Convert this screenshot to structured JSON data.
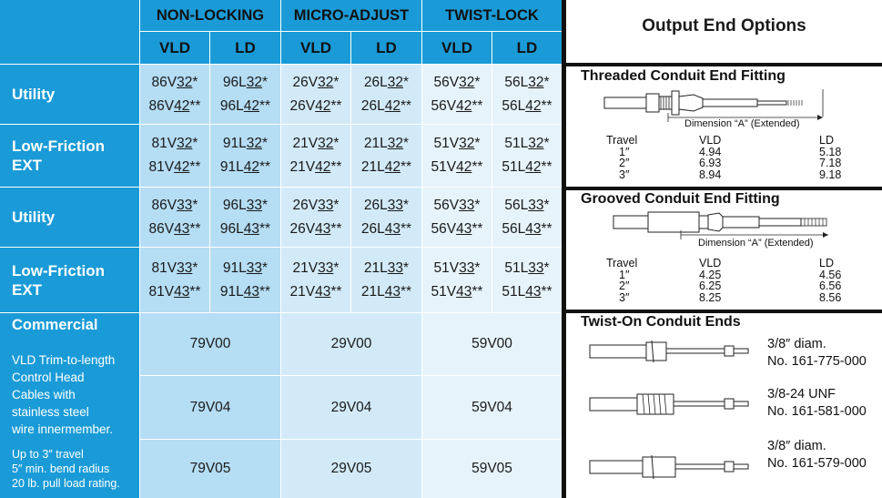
{
  "columns": {
    "groups": [
      "NON-LOCKING",
      "MICRO-ADJUST",
      "TWIST-LOCK"
    ],
    "subheaders": [
      "VLD",
      "LD",
      "VLD",
      "LD",
      "VLD",
      "LD"
    ]
  },
  "rows": [
    {
      "label_lines": [
        "Utility"
      ],
      "cells": [
        {
          "top": {
            "a": "86V",
            "b": "32",
            "c": "*"
          },
          "bottom": {
            "a": "86V",
            "b": "42",
            "c": "**"
          }
        },
        {
          "top": {
            "a": "96L",
            "b": "32",
            "c": "*"
          },
          "bottom": {
            "a": "96L",
            "b": "42",
            "c": "**"
          }
        },
        {
          "top": {
            "a": "26V",
            "b": "32",
            "c": "*"
          },
          "bottom": {
            "a": "26V",
            "b": "42",
            "c": "**"
          }
        },
        {
          "top": {
            "a": "26L",
            "b": "32",
            "c": "*"
          },
          "bottom": {
            "a": "26L",
            "b": "42",
            "c": "**"
          }
        },
        {
          "top": {
            "a": "56V",
            "b": "32",
            "c": "*"
          },
          "bottom": {
            "a": "56V",
            "b": "42",
            "c": "**"
          }
        },
        {
          "top": {
            "a": "56L",
            "b": "32",
            "c": "*"
          },
          "bottom": {
            "a": "56L",
            "b": "42",
            "c": "**"
          }
        }
      ]
    },
    {
      "label_lines": [
        "Low-Friction",
        "EXT"
      ],
      "cells": [
        {
          "top": {
            "a": "81V",
            "b": "32",
            "c": "*"
          },
          "bottom": {
            "a": "81V",
            "b": "42",
            "c": "**"
          }
        },
        {
          "top": {
            "a": "91L",
            "b": "32",
            "c": "*"
          },
          "bottom": {
            "a": "91L",
            "b": "42",
            "c": "**"
          }
        },
        {
          "top": {
            "a": "21V",
            "b": "32",
            "c": "*"
          },
          "bottom": {
            "a": "21V",
            "b": "42",
            "c": "**"
          }
        },
        {
          "top": {
            "a": "21L",
            "b": "32",
            "c": "*"
          },
          "bottom": {
            "a": "21L",
            "b": "42",
            "c": "**"
          }
        },
        {
          "top": {
            "a": "51V",
            "b": "32",
            "c": "*"
          },
          "bottom": {
            "a": "51V",
            "b": "42",
            "c": "**"
          }
        },
        {
          "top": {
            "a": "51L",
            "b": "32",
            "c": "*"
          },
          "bottom": {
            "a": "51L",
            "b": "42",
            "c": "**"
          }
        }
      ]
    },
    {
      "label_lines": [
        "Utility"
      ],
      "cells": [
        {
          "top": {
            "a": "86V",
            "b": "33",
            "c": "*"
          },
          "bottom": {
            "a": "86V",
            "b": "43",
            "c": "**"
          }
        },
        {
          "top": {
            "a": "96L",
            "b": "33",
            "c": "*"
          },
          "bottom": {
            "a": "96L",
            "b": "43",
            "c": "**"
          }
        },
        {
          "top": {
            "a": "26V",
            "b": "33",
            "c": "*"
          },
          "bottom": {
            "a": "26V",
            "b": "43",
            "c": "**"
          }
        },
        {
          "top": {
            "a": "26L",
            "b": "33",
            "c": "*"
          },
          "bottom": {
            "a": "26L",
            "b": "43",
            "c": "**"
          }
        },
        {
          "top": {
            "a": "56V",
            "b": "33",
            "c": "*"
          },
          "bottom": {
            "a": "56V",
            "b": "43",
            "c": "**"
          }
        },
        {
          "top": {
            "a": "56L",
            "b": "33",
            "c": "*"
          },
          "bottom": {
            "a": "56L",
            "b": "43",
            "c": "**"
          }
        }
      ]
    },
    {
      "label_lines": [
        "Low-Friction",
        "EXT"
      ],
      "cells": [
        {
          "top": {
            "a": "81V",
            "b": "33",
            "c": "*"
          },
          "bottom": {
            "a": "81V",
            "b": "43",
            "c": "**"
          }
        },
        {
          "top": {
            "a": "91L",
            "b": "33",
            "c": "*"
          },
          "bottom": {
            "a": "91L",
            "b": "43",
            "c": "**"
          }
        },
        {
          "top": {
            "a": "21V",
            "b": "33",
            "c": "*"
          },
          "bottom": {
            "a": "21V",
            "b": "43",
            "c": "**"
          }
        },
        {
          "top": {
            "a": "21L",
            "b": "33",
            "c": "*"
          },
          "bottom": {
            "a": "21L",
            "b": "43",
            "c": "**"
          }
        },
        {
          "top": {
            "a": "51V",
            "b": "33",
            "c": "*"
          },
          "bottom": {
            "a": "51V",
            "b": "43",
            "c": "**"
          }
        },
        {
          "top": {
            "a": "51L",
            "b": "33",
            "c": "*"
          },
          "bottom": {
            "a": "51L",
            "b": "43",
            "c": "**"
          }
        }
      ]
    }
  ],
  "commercial": {
    "title": "Commercial",
    "desc_lines": [
      "VLD Trim-to-length",
      "Control Head",
      "Cables with",
      "stainless steel",
      "wire innermember."
    ],
    "spec_lines": [
      "Up to 3″ travel",
      "5″ min. bend radius",
      "20 lb. pull load rating."
    ],
    "rows": [
      [
        "79V00",
        "29V00",
        "59V00"
      ],
      [
        "79V04",
        "29V04",
        "59V04"
      ],
      [
        "79V05",
        "29V05",
        "59V05"
      ]
    ]
  },
  "output_end": {
    "title": "Output End Options",
    "threaded": {
      "title": "Threaded Conduit End Fitting",
      "dimension_label": "Dimension “A” (Extended)",
      "headers": [
        "Travel",
        "VLD",
        "LD"
      ],
      "rows": [
        [
          "1″",
          "4.94",
          "5.18"
        ],
        [
          "2″",
          "6.93",
          "7.18"
        ],
        [
          "3″",
          "8.94",
          "9.18"
        ]
      ]
    },
    "grooved": {
      "title": "Grooved Conduit End Fitting",
      "dimension_label": "Dimension “A” (Extended)",
      "headers": [
        "Travel",
        "VLD",
        "LD"
      ],
      "rows": [
        [
          "1″",
          "4.25",
          "4.56"
        ],
        [
          "2″",
          "6.25",
          "6.56"
        ],
        [
          "3″",
          "8.25",
          "8.56"
        ]
      ]
    },
    "twist_on": {
      "title": "Twist-On Conduit Ends",
      "items": [
        {
          "spec": "3/8″ diam.",
          "part": "No. 161-775-000"
        },
        {
          "spec": "3/8-24 UNF",
          "part": "No. 161-581-000"
        },
        {
          "spec": "3/8″ diam.",
          "part": "No. 161-579-000"
        }
      ]
    }
  },
  "colors": {
    "header_blue": "#1a9bd7",
    "col_nonlocking": "#b5ddf4",
    "col_micro": "#d2eaf8",
    "col_twist": "#e6f3fb"
  }
}
